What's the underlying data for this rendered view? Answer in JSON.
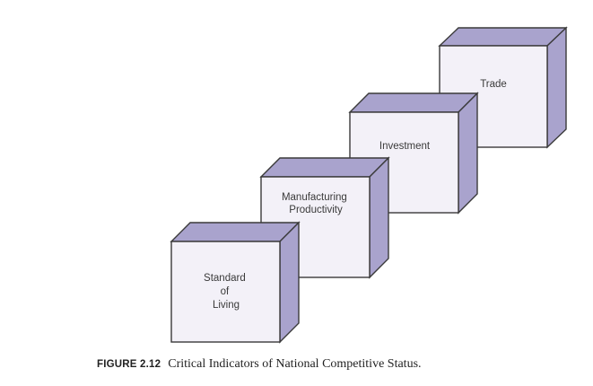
{
  "diagram": {
    "cubes": [
      {
        "lines": [
          "Standard",
          "of",
          "Living"
        ]
      },
      {
        "lines": [
          "Manufacturing",
          "Productivity"
        ]
      },
      {
        "lines": [
          "Investment"
        ]
      },
      {
        "lines": [
          "Trade"
        ]
      }
    ],
    "colors": {
      "face": "#f3f1f8",
      "top": "#a9a3cd",
      "outline": "#3a3a3a",
      "text": "#3a3a3a"
    }
  },
  "caption": {
    "number": "FIGURE 2.12",
    "text": "Critical Indicators of National Competitive Status."
  }
}
